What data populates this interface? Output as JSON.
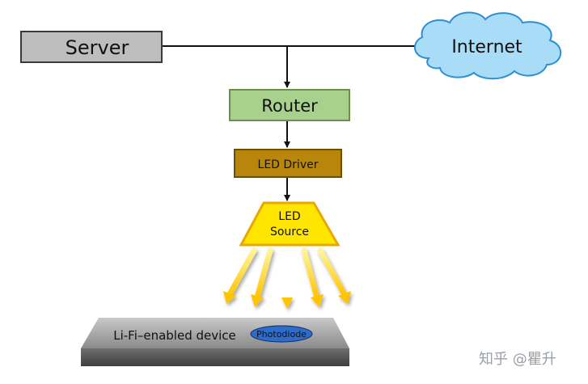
{
  "nodes": {
    "server": "Server",
    "internet": "Internet",
    "router": "Router",
    "led_driver": "LED Driver",
    "led_source_line1": "LED",
    "led_source_line2": "Source",
    "device": "Li-Fi–enabled device",
    "photodiode": "Photodiode"
  },
  "watermark": "知乎 @瞿升",
  "colors": {
    "server_fill": "#bdbdbd",
    "router_fill": "#a9d18e",
    "driver_fill": "#b8860b",
    "source_fill": "#ffe600",
    "cloud_fill": "#a9dcf7",
    "photodiode_fill": "#2f6bc9",
    "ray_color": "#ffd21f"
  }
}
